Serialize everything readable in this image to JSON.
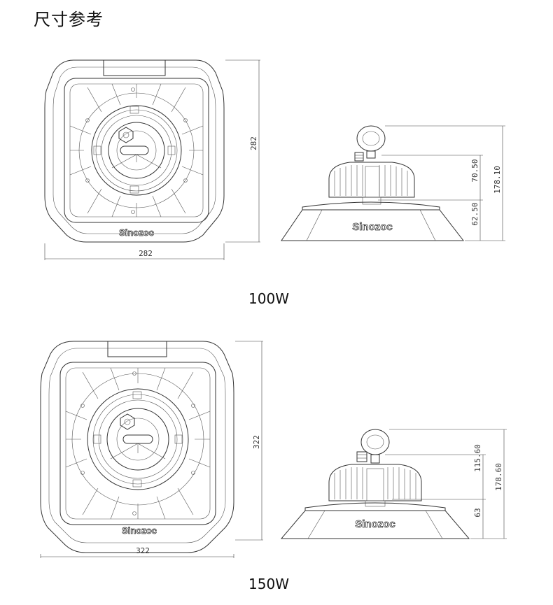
{
  "title": "尺寸参考",
  "brand": "Sinozoc",
  "models": [
    {
      "label": "100W",
      "top_view": {
        "width_dim": "282",
        "height_dim": "282"
      },
      "side_view": {
        "upper_dim": "70.50",
        "lower_dim": "62.50",
        "total_dim": "178.10"
      }
    },
    {
      "label": "150W",
      "top_view": {
        "width_dim": "322",
        "height_dim": "322"
      },
      "side_view": {
        "upper_dim": "115.60",
        "lower_dim": "63",
        "total_dim": "178.60"
      }
    }
  ]
}
